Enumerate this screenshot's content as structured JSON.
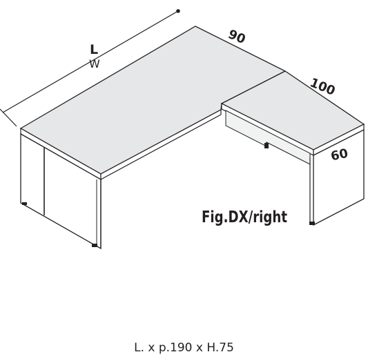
{
  "dimensions": {
    "length_letter": "L",
    "width_letter": "W",
    "depth_main": "90",
    "return_length": "100",
    "return_depth": "60"
  },
  "figure_label": "Fig.DX/right",
  "caption": "L. x p.190 x H.75",
  "colors": {
    "outline": "#231f20",
    "top_surface": "#e6e7e8",
    "panel": "#ffffff",
    "shadow_panel": "#f1f2f2"
  }
}
